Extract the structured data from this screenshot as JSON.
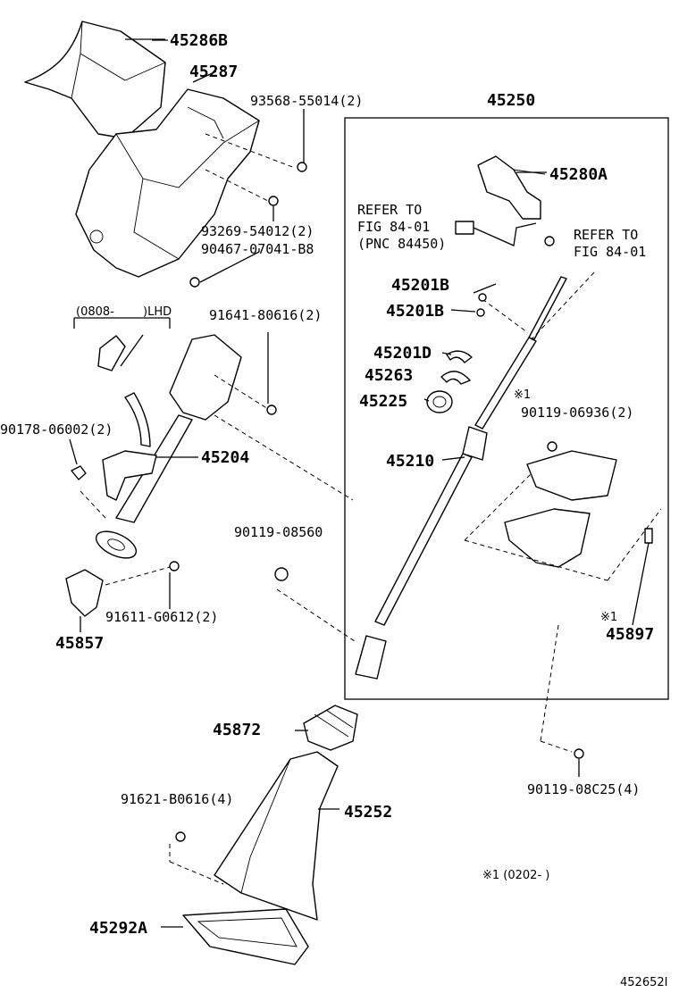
{
  "labels": {
    "p45286B": "45286B",
    "p45287": "45287",
    "p93568": "93568-55014(2)",
    "p45250": "45250",
    "p45280A": "45280A",
    "refer1_l1": "REFER TO",
    "refer1_l2": "FIG 84-01",
    "refer1_l3": "(PNC 84450)",
    "refer2_l1": "REFER TO",
    "refer2_l2": "FIG 84-01",
    "p93269": "93269-54012(2)",
    "p90467": "90467-07041-B8",
    "p45201B_1": "45201B",
    "p45201B_2": "45201B",
    "lhd_open": "(0808-",
    "lhd_close": ")LHD",
    "p91641": "91641-80616(2)",
    "p45201D": "45201D",
    "p45263": "45263",
    "p45225": "45225",
    "note_mark_1": "※1",
    "p90119_06936": "90119-06936(2)",
    "p90178": "90178-06002(2)",
    "p45204": "45204",
    "p45210": "45210",
    "p90119_08560": "90119-08560",
    "note_mark_2": "※1",
    "p45897": "45897",
    "p91611": "91611-G0612(2)",
    "p45857": "45857",
    "p45872": "45872",
    "p90119_08C25": "90119-08C25(4)",
    "p91621": "91621-B0616(4)",
    "p45252": "45252",
    "footnote": "※1 (0202-        )",
    "p45292A": "45292A",
    "figure_id": "452652I"
  }
}
